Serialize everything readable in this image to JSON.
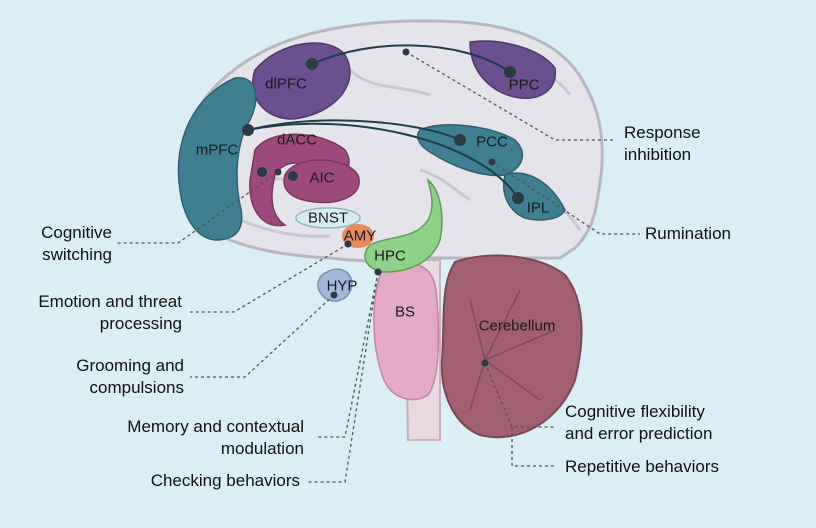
{
  "regions": {
    "dlpfc": "dlPFC",
    "ppc": "PPC",
    "mpfc": "mPFC",
    "dacc": "dACC",
    "pcc": "PCC",
    "aic": "AIC",
    "ipl": "IPL",
    "bnst": "BNST",
    "amy": "AMY",
    "hpc": "HPC",
    "hyp": "HYP",
    "bs": "BS",
    "cerebellum": "Cerebellum"
  },
  "functions": {
    "response_inhibition": [
      "Response",
      "inhibition"
    ],
    "rumination": "Rumination",
    "cognitive_switching": [
      "Cognitive",
      "switching"
    ],
    "emotion_threat": [
      "Emotion and threat",
      "processing"
    ],
    "grooming": [
      "Grooming and",
      "compulsions"
    ],
    "memory": [
      "Memory and contextual",
      "modulation"
    ],
    "checking": "Checking behaviors",
    "cognitive_flexibility": [
      "Cognitive flexibility",
      "and error prediction"
    ],
    "repetitive": "Repetitive behaviors"
  },
  "colors": {
    "background": "#d9eef5",
    "cortex": "#e4e4ea",
    "prefrontal_purple": "#6b4f8f",
    "dmn_teal": "#3f7f91",
    "salience_magenta": "#9c4a7d",
    "hpc_green": "#8fd08a",
    "amy_orange": "#e68a60",
    "hyp_blue": "#9fb9da",
    "brainstem_pink": "#e3aac8",
    "cerebellum_brown": "#a0606f"
  }
}
